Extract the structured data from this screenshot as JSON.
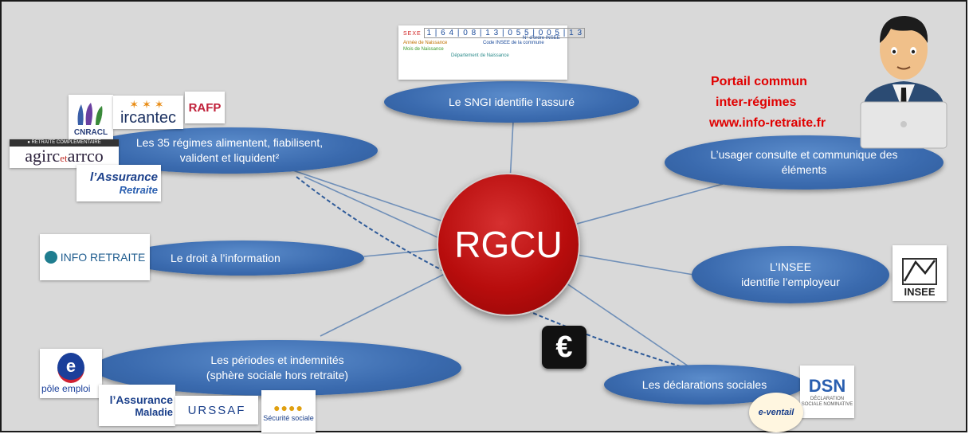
{
  "hub": {
    "label": "RGCU"
  },
  "nodes": {
    "sngi": "Le SNGI identifie l’assuré",
    "regimes_line1": "Les 35 régimes  alimentent, fiabilisent,",
    "regimes_line2": "valident et liquident²",
    "usager_line1": "L’usager consulte et communique des",
    "usager_line2": "éléments",
    "droit": "Le droit à l’information",
    "insee_line1": "L’INSEE",
    "insee_line2": "identifie l’employeur",
    "periodes_line1": "Les périodes et indemnités",
    "periodes_line2": "(sphère sociale hors retraite)",
    "declarations": "Les déclarations sociales"
  },
  "portal": {
    "line1": "Portail commun",
    "line2": "inter-régimes",
    "line3": "www.info-retraite.fr"
  },
  "logos": {
    "cnracl": "CNRACL",
    "ircantec": "ircantec",
    "rafp": "RAFP",
    "agirc_banner": "● RETRAITE COMPLÉMENTAIRE",
    "agirc": "agirc",
    "et": "et",
    "arrco": "arrco",
    "assurance_retraite_1": "l’Assurance",
    "assurance_retraite_2": "Retraite",
    "info_retraite": "INFO RETRAITE",
    "insee": "INSEE",
    "pole_emploi": "pôle emploi",
    "assurance_maladie_1": "l’Assurance",
    "assurance_maladie_2": "Maladie",
    "urssaf": "URSSAF",
    "securite_sociale": "Sécurité sociale",
    "dsn": "DSN",
    "dsn_caption": "DÉCLARATION SOCIALE NOMINATIVE",
    "eventail": "e-ventail",
    "euro_symbol": "€"
  },
  "nir": {
    "digits": "1 | 6 4 | 0 8 | 1 3 | 0 5 5 | 0 0 5 | 1 3",
    "sexe": "SEXE",
    "legend1": "Année de Naissance",
    "legend2": "Mois de Naissance",
    "legend3": "Département de Naissance",
    "legend4": "Code INSEE de la commune",
    "legend5": "N° d’ordre INSEE"
  },
  "colors": {
    "hub": "#b80d0d",
    "node": "#3a6aae",
    "portal": "#e00000",
    "background": "#d9d9d9"
  }
}
